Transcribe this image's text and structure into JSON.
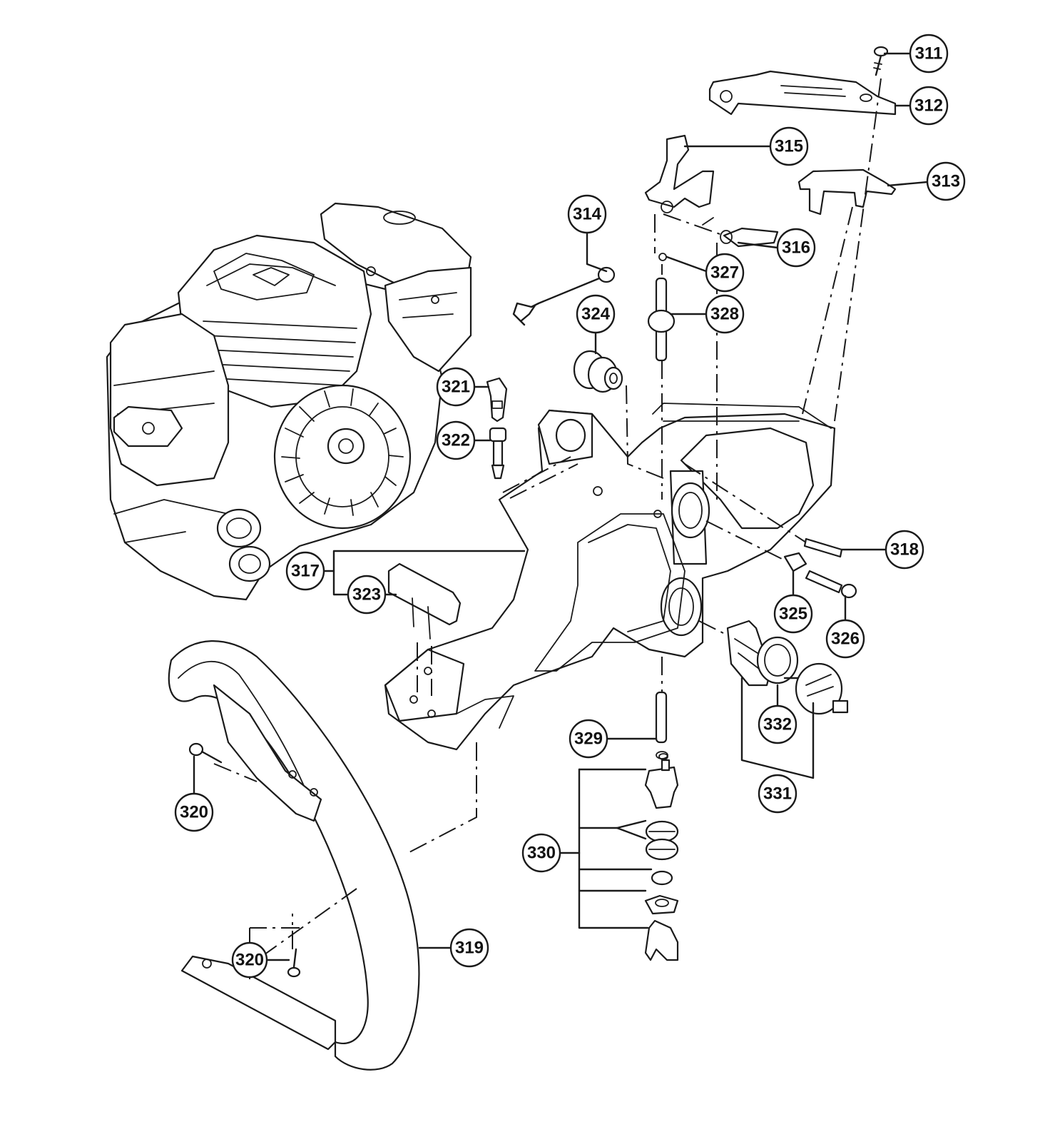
{
  "diagram": {
    "callouts": [
      {
        "id": "311",
        "label": "311"
      },
      {
        "id": "312",
        "label": "312"
      },
      {
        "id": "313",
        "label": "313"
      },
      {
        "id": "314",
        "label": "314"
      },
      {
        "id": "315",
        "label": "315"
      },
      {
        "id": "316",
        "label": "316"
      },
      {
        "id": "317",
        "label": "317"
      },
      {
        "id": "318",
        "label": "318"
      },
      {
        "id": "319",
        "label": "319"
      },
      {
        "id": "320a",
        "label": "320"
      },
      {
        "id": "320b",
        "label": "320"
      },
      {
        "id": "321",
        "label": "321"
      },
      {
        "id": "322",
        "label": "322"
      },
      {
        "id": "323",
        "label": "323"
      },
      {
        "id": "324",
        "label": "324"
      },
      {
        "id": "325",
        "label": "325"
      },
      {
        "id": "326",
        "label": "326"
      },
      {
        "id": "327",
        "label": "327"
      },
      {
        "id": "328",
        "label": "328"
      },
      {
        "id": "329",
        "label": "329"
      },
      {
        "id": "330",
        "label": "330"
      },
      {
        "id": "331",
        "label": "331"
      },
      {
        "id": "332",
        "label": "332"
      }
    ]
  }
}
